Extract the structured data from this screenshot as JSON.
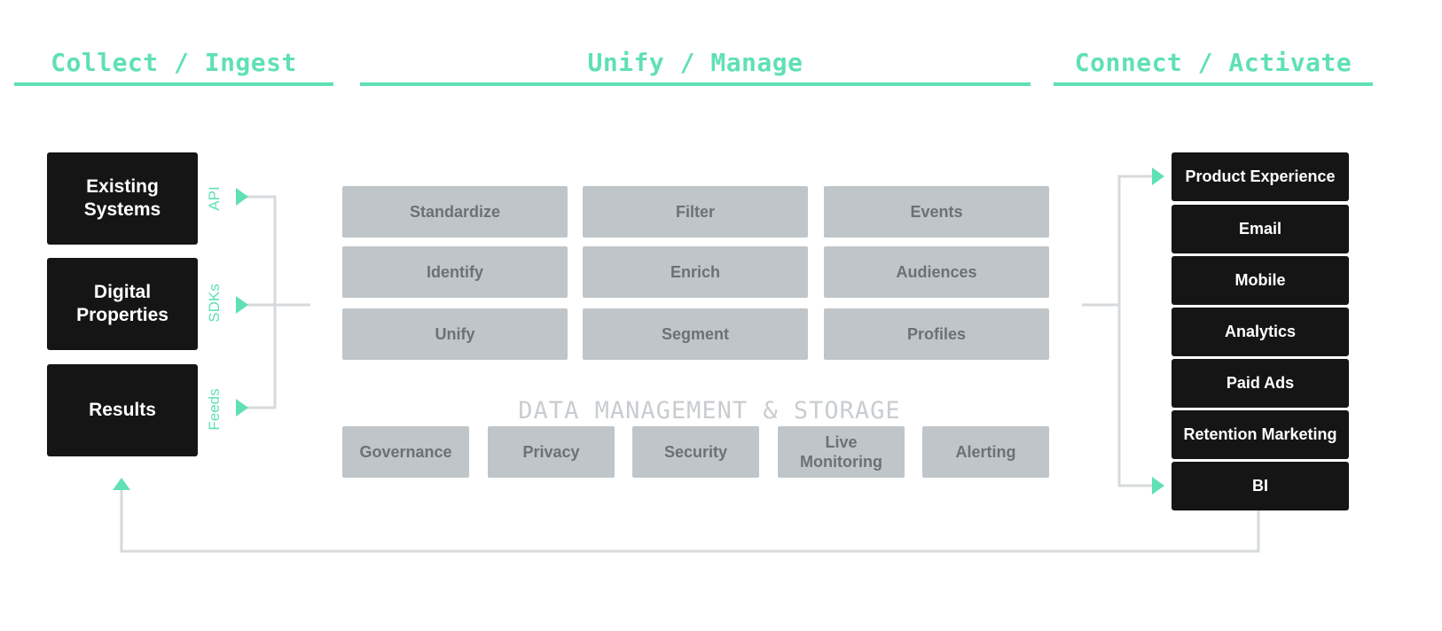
{
  "headers": {
    "collect": "Collect / Ingest",
    "unify": "Unify / Manage",
    "connect": "Connect / Activate"
  },
  "sources": [
    {
      "label": "Existing\nSystems",
      "channel": "API"
    },
    {
      "label": "Digital\nProperties",
      "channel": "SDKs"
    },
    {
      "label": "Results",
      "channel": "Feeds"
    }
  ],
  "processing": {
    "grid": [
      [
        "Standardize",
        "Filter",
        "Events"
      ],
      [
        "Identify",
        "Enrich",
        "Audiences"
      ],
      [
        "Unify",
        "Segment",
        "Profiles"
      ]
    ],
    "section_label": "DATA MANAGEMENT & STORAGE",
    "storage": [
      "Governance",
      "Privacy",
      "Security",
      "Live\nMonitoring",
      "Alerting"
    ]
  },
  "destinations": [
    "Product Experience",
    "Email",
    "Mobile",
    "Analytics",
    "Paid Ads",
    "Retention Marketing",
    "BI"
  ],
  "colors": {
    "accent": "#5fe0b5",
    "block": "#151515",
    "tile": "#bfc5c8",
    "tile_text": "#6b7175",
    "connector": "#d6dadc"
  }
}
